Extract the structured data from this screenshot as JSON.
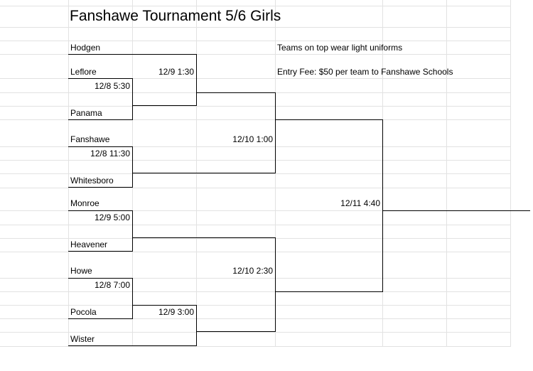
{
  "title": "Fanshawe Tournament 5/6 Girls",
  "notes": {
    "uniforms": "Teams on top wear light uniforms",
    "fee": "Entry Fee: $50 per team to Fanshawe Schools"
  },
  "teams": {
    "hodgen": "Hodgen",
    "leflore": "Leflore",
    "panama": "Panama",
    "fanshawe": "Fanshawe",
    "whitesboro": "Whitesboro",
    "monroe": "Monroe",
    "heavener": "Heavener",
    "howe": "Howe",
    "pocola": "Pocola",
    "wister": "Wister"
  },
  "games": {
    "g_12_8_530": "12/8 5:30",
    "g_12_8_1130": "12/8 11:30",
    "g_12_9_500": "12/9 5:00",
    "g_12_8_700": "12/8 7:00",
    "g_12_9_130": "12/9 1:30",
    "g_12_9_300": "12/9 3:00",
    "g_12_10_100": "12/10 1:00",
    "g_12_10_230": "12/10 2:30",
    "g_12_11_440": "12/11 4:40"
  }
}
